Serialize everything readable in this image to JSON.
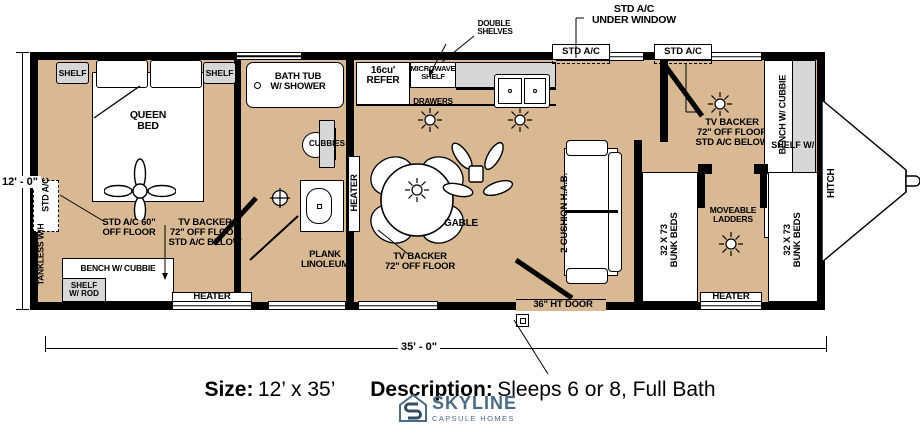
{
  "plan": {
    "dimensions": {
      "width_label": "12' - 0\"",
      "length_label": "35' - 0\""
    },
    "colors": {
      "floor": "#d9b894",
      "wall": "#000000",
      "fixture": "#ffffff",
      "chip": "#d7d7d7",
      "brand": "#4a6b84"
    },
    "annotations": {
      "double_shelves": "DOUBLE\n SHELVES",
      "std_ac_under_window": "STD A/C\nUNDER WINDOW",
      "std_ac_top_left": "STD A/C",
      "std_ac_top_right": "STD A/C",
      "std_ac_left_vertical": "STD A/C",
      "tankless_wh": "TANKLESS W/H",
      "hitch": "HITCH",
      "gable": "GABLE",
      "door_height": "36\" HT DOOR",
      "plank_linoleum": "PLANK\nLINOLEUM"
    },
    "rooms": {
      "bedroom": {
        "bed_label": "QUEEN\nBED",
        "shelf_left": "SHELF",
        "shelf_right": "SHELF",
        "ac_note": "STD A/C 60\"\nOFF FLOOR",
        "tv_note": "TV BACKER\n72\" OFF FLOOR\nSTD A/C BELOW",
        "bench": "BENCH W/ CUBBIE",
        "shelf_rod": "SHELF\nW/ ROD",
        "heater": "HEATER"
      },
      "bathroom": {
        "tub": "BATH TUB\nW/ SHOWER",
        "cubbies": "CUBBIES",
        "vanity_cubbies": "CUBBIES"
      },
      "kitchen": {
        "refer": "16cu'\nREFER",
        "microwave": "MICROWAVE\nSHELF",
        "drawers": "DRAWERS",
        "heater": "HEATER"
      },
      "living": {
        "sofa": "2 CUSHION H.A.B.",
        "table_tv_note": "TV BACKER\n72\" OFF FLOOR"
      },
      "front_lounge": {
        "tv_note": "TV BACKER\n72\" OFF FLOOR\nSTD A/C BELOW",
        "bench": "BENCH W/ CUBBIE",
        "shelf_rod": "SHELF W/ ROD"
      },
      "bunk_left": {
        "label": "32 X 73\nBUNK BEDS"
      },
      "bunk_right": {
        "label": "32 X 73\nBUNK BEDS"
      },
      "hall": {
        "ladders": "MOVEABLE\nLADDERS",
        "heater": "HEATER"
      }
    }
  },
  "caption": {
    "size_key": "Size:",
    "size_value": "12’ x 35’",
    "desc_key": "Description:",
    "desc_value": "Sleeps 6 or 8, Full Bath"
  },
  "watermark": {
    "title": "SKYLINE",
    "subtitle": "CAPSULE HOMES"
  }
}
